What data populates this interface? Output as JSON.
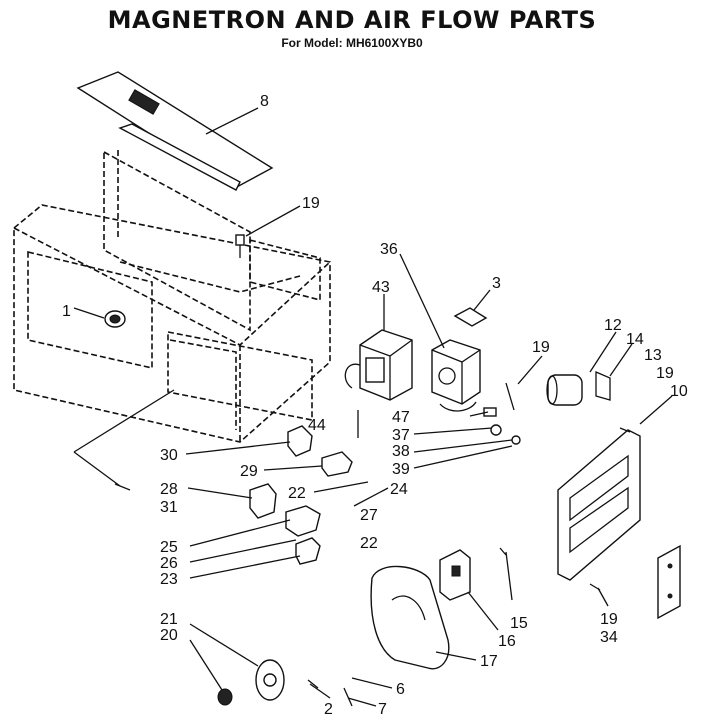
{
  "title": "MAGNETRON AND AIR FLOW PARTS",
  "subtitle": "For Model: MH6100XYB0",
  "callouts": [
    {
      "id": "c8",
      "text": "8"
    },
    {
      "id": "c19a",
      "text": "19"
    },
    {
      "id": "c1",
      "text": "1"
    },
    {
      "id": "c36",
      "text": "36"
    },
    {
      "id": "c43",
      "text": "43"
    },
    {
      "id": "c3",
      "text": "3"
    },
    {
      "id": "c19b",
      "text": "19"
    },
    {
      "id": "c12",
      "text": "12"
    },
    {
      "id": "c14",
      "text": "14"
    },
    {
      "id": "c13",
      "text": "13"
    },
    {
      "id": "c19c",
      "text": "19"
    },
    {
      "id": "c10",
      "text": "10"
    },
    {
      "id": "c44",
      "text": "44"
    },
    {
      "id": "c47",
      "text": "47"
    },
    {
      "id": "c37",
      "text": "37"
    },
    {
      "id": "c38",
      "text": "38"
    },
    {
      "id": "c39",
      "text": "39"
    },
    {
      "id": "c30",
      "text": "30"
    },
    {
      "id": "c29",
      "text": "29"
    },
    {
      "id": "c22a",
      "text": "22"
    },
    {
      "id": "c24",
      "text": "24"
    },
    {
      "id": "c28",
      "text": "28"
    },
    {
      "id": "c31",
      "text": "31"
    },
    {
      "id": "c27",
      "text": "27"
    },
    {
      "id": "c22b",
      "text": "22"
    },
    {
      "id": "c25",
      "text": "25"
    },
    {
      "id": "c26",
      "text": "26"
    },
    {
      "id": "c23",
      "text": "23"
    },
    {
      "id": "c15",
      "text": "15"
    },
    {
      "id": "c16",
      "text": "16"
    },
    {
      "id": "c17",
      "text": "17"
    },
    {
      "id": "c21",
      "text": "21"
    },
    {
      "id": "c20",
      "text": "20"
    },
    {
      "id": "c6",
      "text": "6"
    },
    {
      "id": "c2",
      "text": "2"
    },
    {
      "id": "c7",
      "text": "7"
    },
    {
      "id": "c19d",
      "text": "19"
    },
    {
      "id": "c34",
      "text": "34"
    }
  ]
}
